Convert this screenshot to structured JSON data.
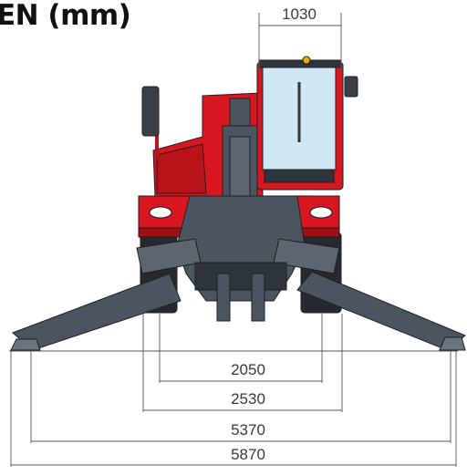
{
  "page": {
    "title": "EN (mm)"
  },
  "dimensions": {
    "cab_width": "1030",
    "inner_track": "2050",
    "outer_track": "2530",
    "outrigger_pad_span": "5370",
    "overall_width": "5870"
  },
  "colors": {
    "body_red": "#d8161f",
    "body_red_dark": "#9e0f16",
    "steel_grey": "#4b5560",
    "steel_dark": "#2e353c",
    "glass": "#cfe6f5",
    "line": "#555555",
    "text": "#3a3a3a"
  }
}
